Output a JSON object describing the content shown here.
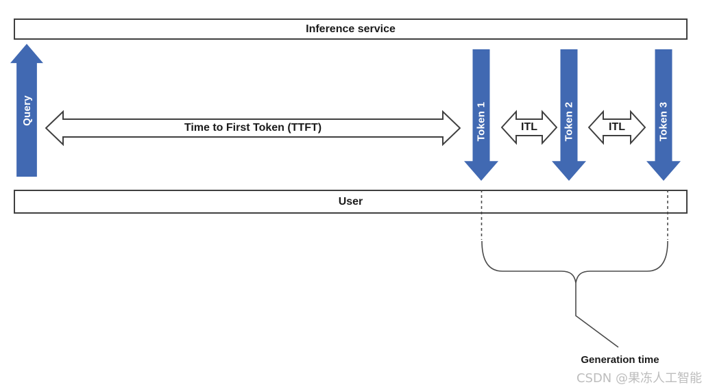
{
  "diagram": {
    "inference_service": {
      "label": "Inference service"
    },
    "user": {
      "label": "User"
    },
    "query_arrow": {
      "label": "Query"
    },
    "ttft_arrow": {
      "label": "Time to First Token (TTFT)"
    },
    "token_arrows": [
      {
        "label": "Token 1"
      },
      {
        "label": "Token 2"
      },
      {
        "label": "Token 3"
      }
    ],
    "itl_arrows": [
      {
        "label": "ITL"
      },
      {
        "label": "ITL"
      }
    ],
    "generation_time": {
      "label": "Generation time"
    },
    "colors": {
      "arrow_blue": "#4169B2",
      "outline_gray": "#3F3F3F",
      "watermark_gray": "#BDBDBD",
      "text_dark": "#1A1A1A"
    }
  },
  "watermark": {
    "text": "CSDN @果冻人工智能"
  }
}
